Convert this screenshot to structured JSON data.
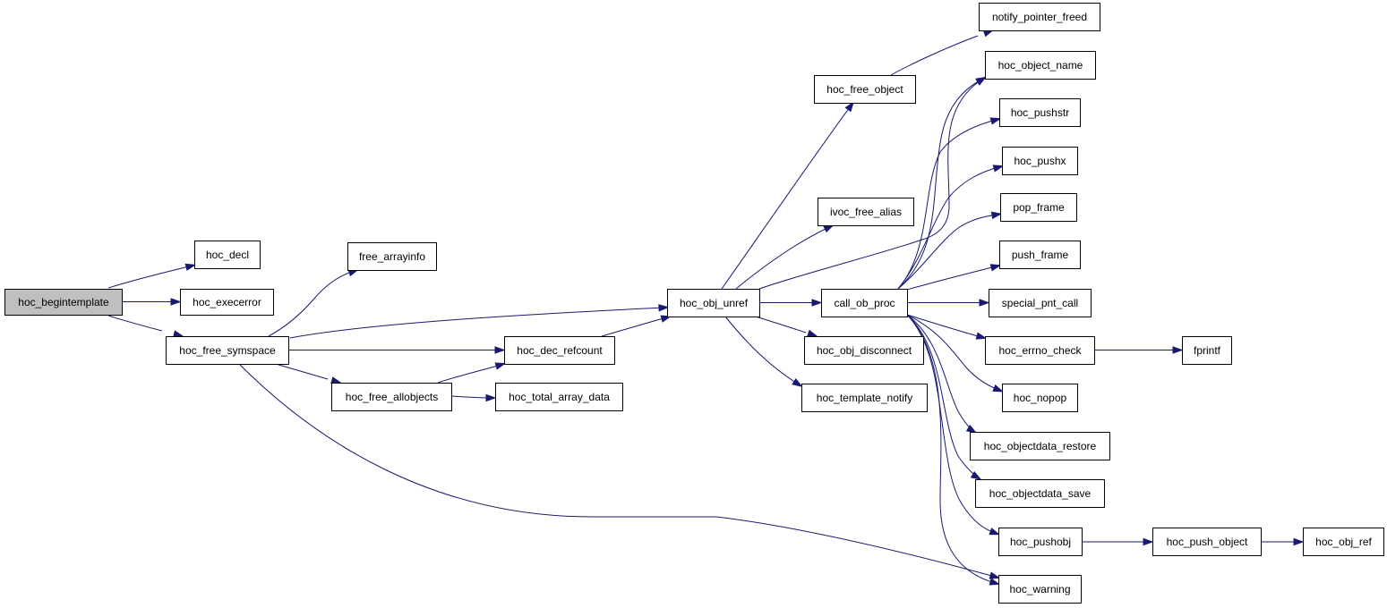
{
  "colors": {
    "edge": "#191970",
    "node_fill": "#ffffff",
    "root_fill": "#bfbfbf",
    "node_border": "#000000"
  },
  "nodes": [
    {
      "id": "hoc_begintemplate",
      "label": "hoc_begintemplate",
      "root": true
    },
    {
      "id": "hoc_decl",
      "label": "hoc_decl"
    },
    {
      "id": "hoc_execerror",
      "label": "hoc_execerror"
    },
    {
      "id": "hoc_free_symspace",
      "label": "hoc_free_symspace"
    },
    {
      "id": "free_arrayinfo",
      "label": "free_arrayinfo"
    },
    {
      "id": "hoc_free_allobjects",
      "label": "hoc_free_allobjects"
    },
    {
      "id": "hoc_dec_refcount",
      "label": "hoc_dec_refcount"
    },
    {
      "id": "hoc_total_array_data",
      "label": "hoc_total_array_data"
    },
    {
      "id": "hoc_obj_unref",
      "label": "hoc_obj_unref"
    },
    {
      "id": "hoc_free_object",
      "label": "hoc_free_object"
    },
    {
      "id": "ivoc_free_alias",
      "label": "ivoc_free_alias"
    },
    {
      "id": "call_ob_proc",
      "label": "call_ob_proc"
    },
    {
      "id": "hoc_obj_disconnect",
      "label": "hoc_obj_disconnect"
    },
    {
      "id": "hoc_template_notify",
      "label": "hoc_template_notify"
    },
    {
      "id": "notify_pointer_freed",
      "label": "notify_pointer_freed"
    },
    {
      "id": "hoc_object_name",
      "label": "hoc_object_name"
    },
    {
      "id": "hoc_pushstr",
      "label": "hoc_pushstr"
    },
    {
      "id": "hoc_pushx",
      "label": "hoc_pushx"
    },
    {
      "id": "pop_frame",
      "label": "pop_frame"
    },
    {
      "id": "push_frame",
      "label": "push_frame"
    },
    {
      "id": "special_pnt_call",
      "label": "special_pnt_call"
    },
    {
      "id": "hoc_errno_check",
      "label": "hoc_errno_check"
    },
    {
      "id": "fprintf",
      "label": "fprintf"
    },
    {
      "id": "hoc_nopop",
      "label": "hoc_nopop"
    },
    {
      "id": "hoc_objectdata_restore",
      "label": "hoc_objectdata_restore"
    },
    {
      "id": "hoc_objectdata_save",
      "label": "hoc_objectdata_save"
    },
    {
      "id": "hoc_pushobj",
      "label": "hoc_pushobj"
    },
    {
      "id": "hoc_push_object",
      "label": "hoc_push_object"
    },
    {
      "id": "hoc_obj_ref",
      "label": "hoc_obj_ref"
    },
    {
      "id": "hoc_warning",
      "label": "hoc_warning"
    }
  ],
  "edges": [
    {
      "from": "hoc_begintemplate",
      "to": "hoc_decl"
    },
    {
      "from": "hoc_begintemplate",
      "to": "hoc_execerror"
    },
    {
      "from": "hoc_begintemplate",
      "to": "hoc_free_symspace"
    },
    {
      "from": "hoc_free_symspace",
      "to": "free_arrayinfo"
    },
    {
      "from": "hoc_free_symspace",
      "to": "hoc_obj_unref"
    },
    {
      "from": "hoc_free_symspace",
      "to": "hoc_dec_refcount"
    },
    {
      "from": "hoc_free_symspace",
      "to": "hoc_free_allobjects"
    },
    {
      "from": "hoc_free_symspace",
      "to": "hoc_warning"
    },
    {
      "from": "hoc_free_allobjects",
      "to": "hoc_dec_refcount"
    },
    {
      "from": "hoc_free_allobjects",
      "to": "hoc_total_array_data"
    },
    {
      "from": "hoc_dec_refcount",
      "to": "hoc_obj_unref"
    },
    {
      "from": "hoc_obj_unref",
      "to": "hoc_free_object"
    },
    {
      "from": "hoc_obj_unref",
      "to": "ivoc_free_alias"
    },
    {
      "from": "hoc_obj_unref",
      "to": "hoc_object_name"
    },
    {
      "from": "hoc_obj_unref",
      "to": "call_ob_proc"
    },
    {
      "from": "hoc_obj_unref",
      "to": "hoc_obj_disconnect"
    },
    {
      "from": "hoc_obj_unref",
      "to": "hoc_template_notify"
    },
    {
      "from": "hoc_free_object",
      "to": "notify_pointer_freed"
    },
    {
      "from": "call_ob_proc",
      "to": "hoc_object_name"
    },
    {
      "from": "call_ob_proc",
      "to": "hoc_pushstr"
    },
    {
      "from": "call_ob_proc",
      "to": "hoc_pushx"
    },
    {
      "from": "call_ob_proc",
      "to": "pop_frame"
    },
    {
      "from": "call_ob_proc",
      "to": "push_frame"
    },
    {
      "from": "call_ob_proc",
      "to": "special_pnt_call"
    },
    {
      "from": "call_ob_proc",
      "to": "hoc_errno_check"
    },
    {
      "from": "call_ob_proc",
      "to": "hoc_nopop"
    },
    {
      "from": "call_ob_proc",
      "to": "hoc_objectdata_restore"
    },
    {
      "from": "call_ob_proc",
      "to": "hoc_objectdata_save"
    },
    {
      "from": "call_ob_proc",
      "to": "hoc_pushobj"
    },
    {
      "from": "call_ob_proc",
      "to": "hoc_warning"
    },
    {
      "from": "hoc_errno_check",
      "to": "fprintf"
    },
    {
      "from": "hoc_pushobj",
      "to": "hoc_push_object"
    },
    {
      "from": "hoc_push_object",
      "to": "hoc_obj_ref"
    }
  ]
}
